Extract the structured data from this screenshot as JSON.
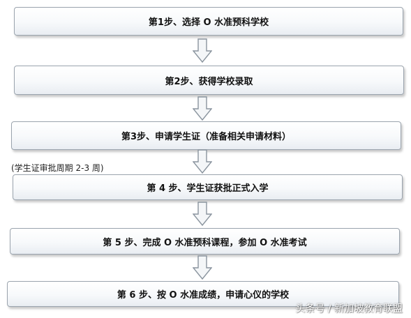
{
  "steps": [
    "第1步、选择 O 水准预科学校",
    "第2步、获得学校录取",
    "第3步、申请学生证（准备相关申请材料）",
    "第 4 步、学生证获批正式入学",
    "第 5 步、完成 O 水准预科课程，参加 O 水准考试",
    "第 6 步、按 O 水准成绩，申请心仪的学校"
  ],
  "note": "(学生证审批周期 2-3 周)",
  "watermark": "头条号 / 新加坡教育联盟",
  "colors": {
    "box_border": "#9aa3ad",
    "arrow_stroke": "#8a949e",
    "arrow_fill": "#f4f6f8"
  }
}
